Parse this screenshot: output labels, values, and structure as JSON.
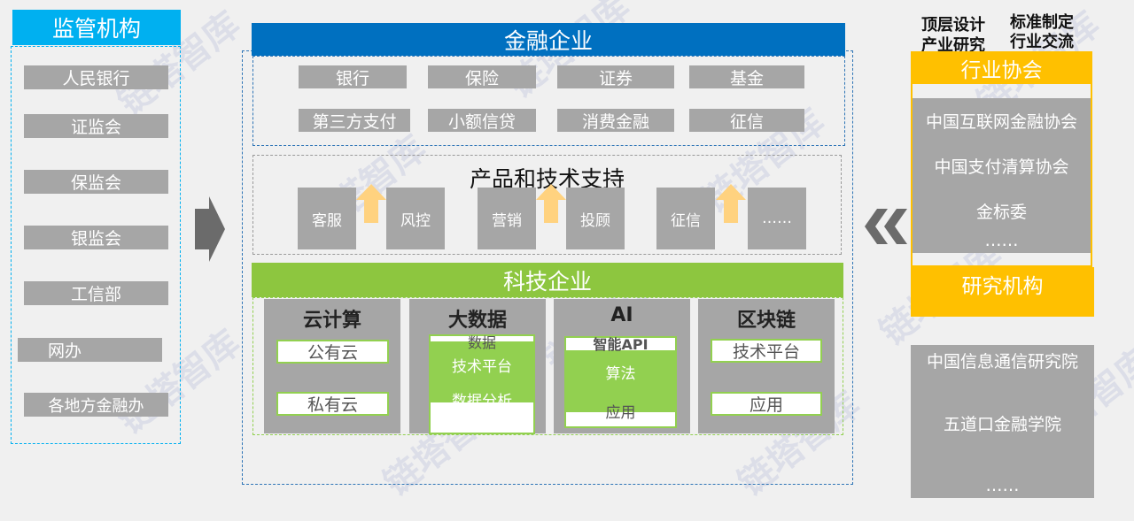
{
  "regulators": {
    "title": "监管机构",
    "items": [
      "人民银行",
      "证监会",
      "保监会",
      "银监会",
      "工信部",
      "网办",
      "各地方金融办"
    ]
  },
  "finance": {
    "title": "金融企业",
    "row1": [
      "银行",
      "保险",
      "证券",
      "基金"
    ],
    "row2": [
      "第三方支付",
      "小额信贷",
      "消费金融",
      "征信"
    ]
  },
  "product_support": {
    "title": "产品和技术支持",
    "boxes": [
      "客服",
      "风控",
      "营销",
      "投顾",
      "征信",
      "……"
    ]
  },
  "tech": {
    "title": "科技企业",
    "cloud": {
      "title": "云计算",
      "items": [
        "公有云",
        "私有云"
      ]
    },
    "bigdata": {
      "title": "大数据",
      "items": [
        "数据",
        "技术平台",
        "数据分析"
      ]
    },
    "ai": {
      "title": "AI",
      "items": [
        "智能API",
        "算法",
        "应用"
      ]
    },
    "blockchain": {
      "title": "区块链",
      "items": [
        "技术平台",
        "应用"
      ]
    }
  },
  "right": {
    "top_labels": [
      "顶层设计",
      "产业研究",
      "标准制定",
      "行业交流"
    ],
    "associations": {
      "title": "行业协会",
      "items": [
        "中国互联网金融协会",
        "中国支付清算协会",
        "金标委",
        "……"
      ]
    },
    "research": {
      "title": "研究机构",
      "items": [
        "中国信息通信研究院",
        "五道口金融学院",
        "……"
      ]
    }
  },
  "watermark": "链塔智库",
  "colors": {
    "blue": "#0070c0",
    "green": "#8dc63f",
    "orange": "#ffc000",
    "gray": "#a6a6a6",
    "arrow_orange": "#ffd27f"
  }
}
